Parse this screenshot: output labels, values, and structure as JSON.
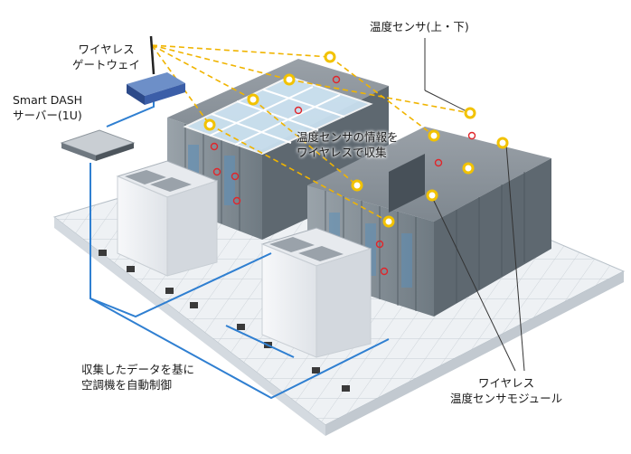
{
  "labels": {
    "gateway": [
      "ワイヤレス",
      "ゲートウェイ"
    ],
    "server": [
      "Smart DASH",
      "サーバー(1U)"
    ],
    "temp_sensor_top": "温度センサ(上・下)",
    "collect": [
      "温度センサの情報を",
      "ワイヤレスで収集"
    ],
    "auto_control": [
      "収集したデータを基に",
      "空調機を自動制御"
    ],
    "wireless_module": [
      "ワイヤレス",
      "温度センサモジュール"
    ]
  },
  "colors": {
    "network_line": "#2f7fd1",
    "radio_link": "#f0b400",
    "sensor_ring": "#f2c200",
    "lower_sensor": "#e0262b",
    "rack_body": "#8a949c",
    "cold_aisle_glass": "#cfe6f5"
  }
}
